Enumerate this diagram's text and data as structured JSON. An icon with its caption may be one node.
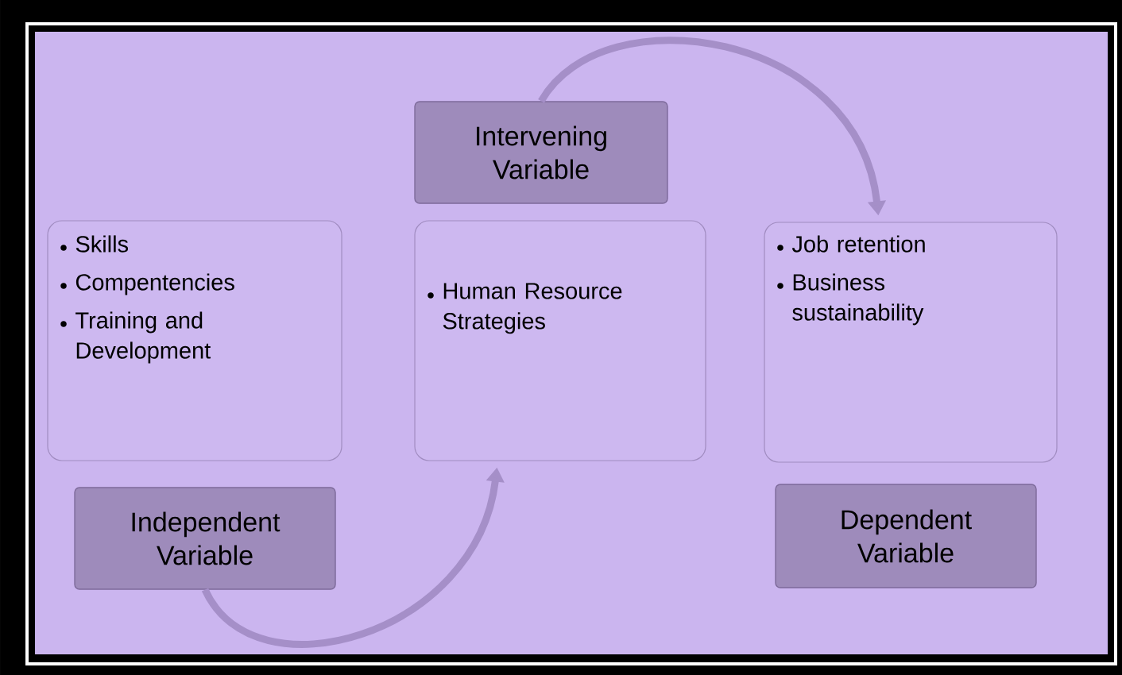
{
  "diagram": {
    "nodes": [
      {
        "text": [
          "Intervening Variable"
        ]
      },
      {
        "text": [
          "Skills",
          "Compentencies",
          "Training and Development"
        ]
      },
      {
        "text": [
          "Human Resource Strategies"
        ]
      },
      {
        "text": [
          "Job retention",
          "Business sustainability"
        ]
      },
      {
        "text": [
          "Independent Variable"
        ]
      },
      {
        "text": [
          "Dependent Variable"
        ]
      }
    ],
    "edges": [
      {
        "from": 4,
        "to": 2,
        "arrow": "to"
      },
      {
        "from": 0,
        "to": 3,
        "arrow": "to"
      }
    ]
  }
}
